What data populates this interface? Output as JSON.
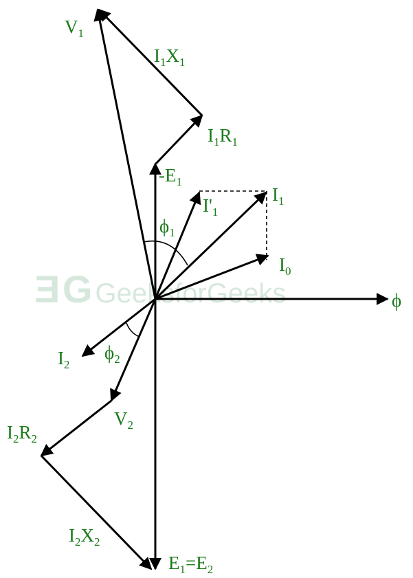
{
  "watermark": {
    "logo": "Ǝ G",
    "text": "GeeksforGeeks"
  },
  "labels": {
    "v1": {
      "main": "V",
      "sub": "1"
    },
    "i1x1": {
      "a": "I",
      "as": "1",
      "b": "X",
      "bs": "1"
    },
    "i1r1": {
      "a": "I",
      "as": "1",
      "b": "R",
      "bs": "1"
    },
    "neg_e1": {
      "main": "-E",
      "sub": "1"
    },
    "i1_prime": {
      "main": "I'",
      "sub": "1"
    },
    "i1": {
      "main": "I",
      "sub": "1"
    },
    "phi1": {
      "main": "ϕ",
      "sub": "1"
    },
    "i0": {
      "main": "I",
      "sub": "0"
    },
    "phi": {
      "main": "ϕ"
    },
    "i2": {
      "main": "I",
      "sub": "2"
    },
    "phi2": {
      "main": "ϕ",
      "sub": "2"
    },
    "v2": {
      "main": "V",
      "sub": "2"
    },
    "i2r2": {
      "a": "I",
      "as": "2",
      "b": "R",
      "bs": "2"
    },
    "i2x2": {
      "a": "I",
      "as": "2",
      "b": "X",
      "bs": "2"
    },
    "e1_e2": {
      "a": "E",
      "as": "1",
      "b": "=E",
      "bs": "2"
    }
  },
  "colors": {
    "label": "#1a7a1a",
    "line": "#000000",
    "watermark": "#d6e8dc"
  }
}
